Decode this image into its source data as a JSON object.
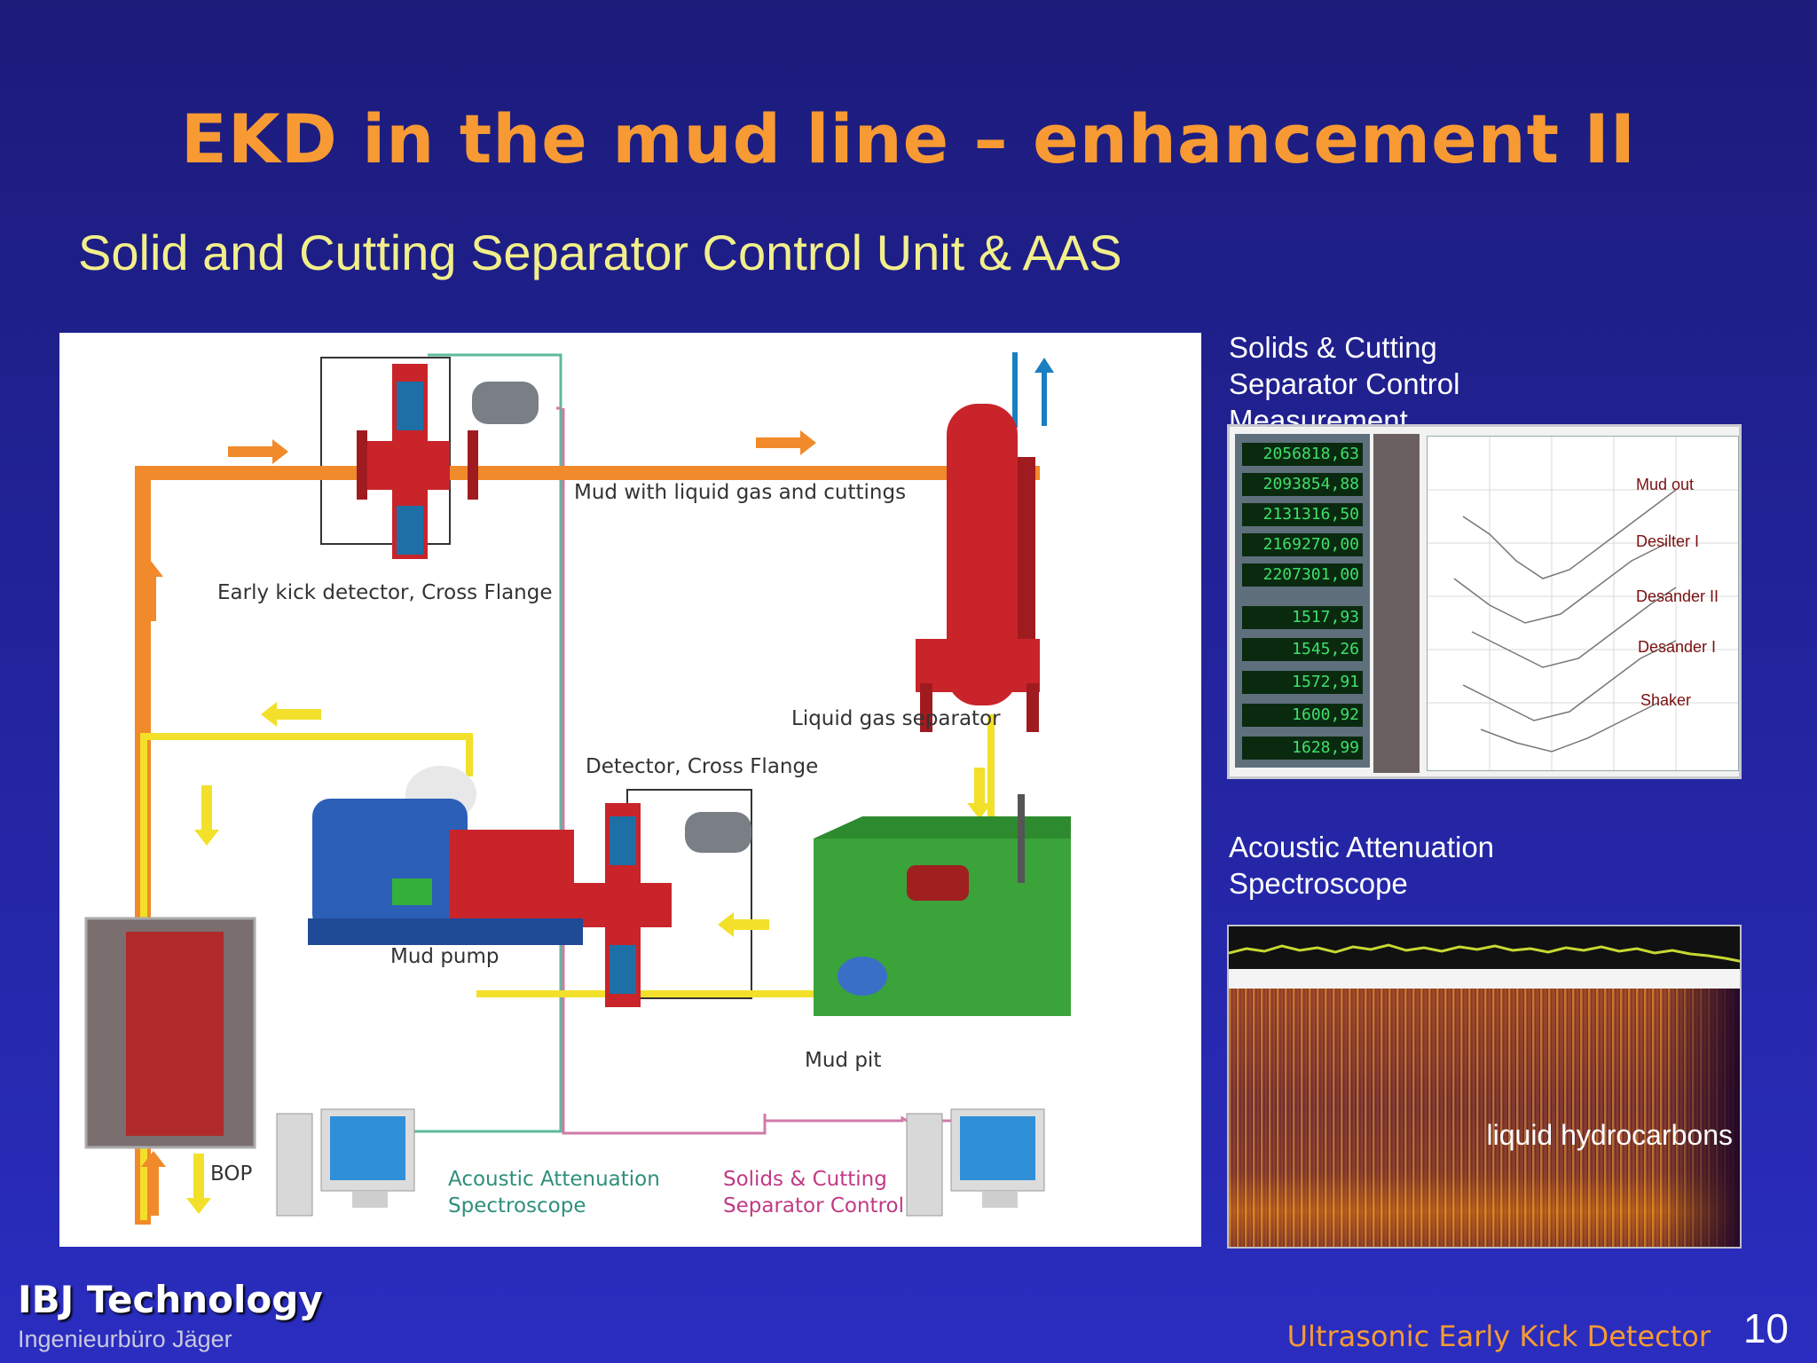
{
  "slide": {
    "title": "EKD in the mud line – enhancement II",
    "subtitle": "Solid and  Cutting Separator Control Unit & AAS",
    "page_number": "10",
    "footer_title": "Ultrasonic Early Kick Detector",
    "brand": "IBJ Technology",
    "brand_sub": "Ingenieurbüro Jäger"
  },
  "diagram": {
    "labels": {
      "mud_flow": "Mud with liquid gas and cuttings",
      "early_kick": "Early kick detector, Cross Flange",
      "liquid_gas_separator": "Liquid gas separator",
      "detector": "Detector, Cross Flange",
      "mud_pump": "Mud pump",
      "mud_pit": "Mud pit",
      "bop": "BOP",
      "aas_line1": "Acoustic  Attenuation",
      "aas_line2": "Spectroscope",
      "scs_line1": "Solids & Cutting",
      "scs_line2": "Separator Control"
    },
    "colors": {
      "mud_line": "#f08a2a",
      "return_line": "#f2e02a",
      "equipment_red": "#c8242a",
      "pit_green": "#3aa33a",
      "pump_blue": "#2c5fb8",
      "signal_green": "#5fb89a",
      "signal_pink": "#d27aa8"
    }
  },
  "scs_panel": {
    "heading_lines": [
      "Solids & Cutting",
      "Separator Control",
      "Measurement"
    ],
    "readouts": [
      "2056818,63",
      "2093854,88",
      "2131316,50",
      "2169270,00",
      "2207301,00",
      "1517,93",
      "1545,26",
      "1572,91",
      "1600,92",
      "1628,99"
    ],
    "plot_labels": [
      "Mud out",
      "Desilter I",
      "Desander II",
      "Desander I",
      "Shaker"
    ]
  },
  "aas_panel": {
    "heading_lines": [
      "Acoustic Attenuation",
      "Spectroscope"
    ],
    "overlay_label": "liquid hydrocarbons"
  }
}
